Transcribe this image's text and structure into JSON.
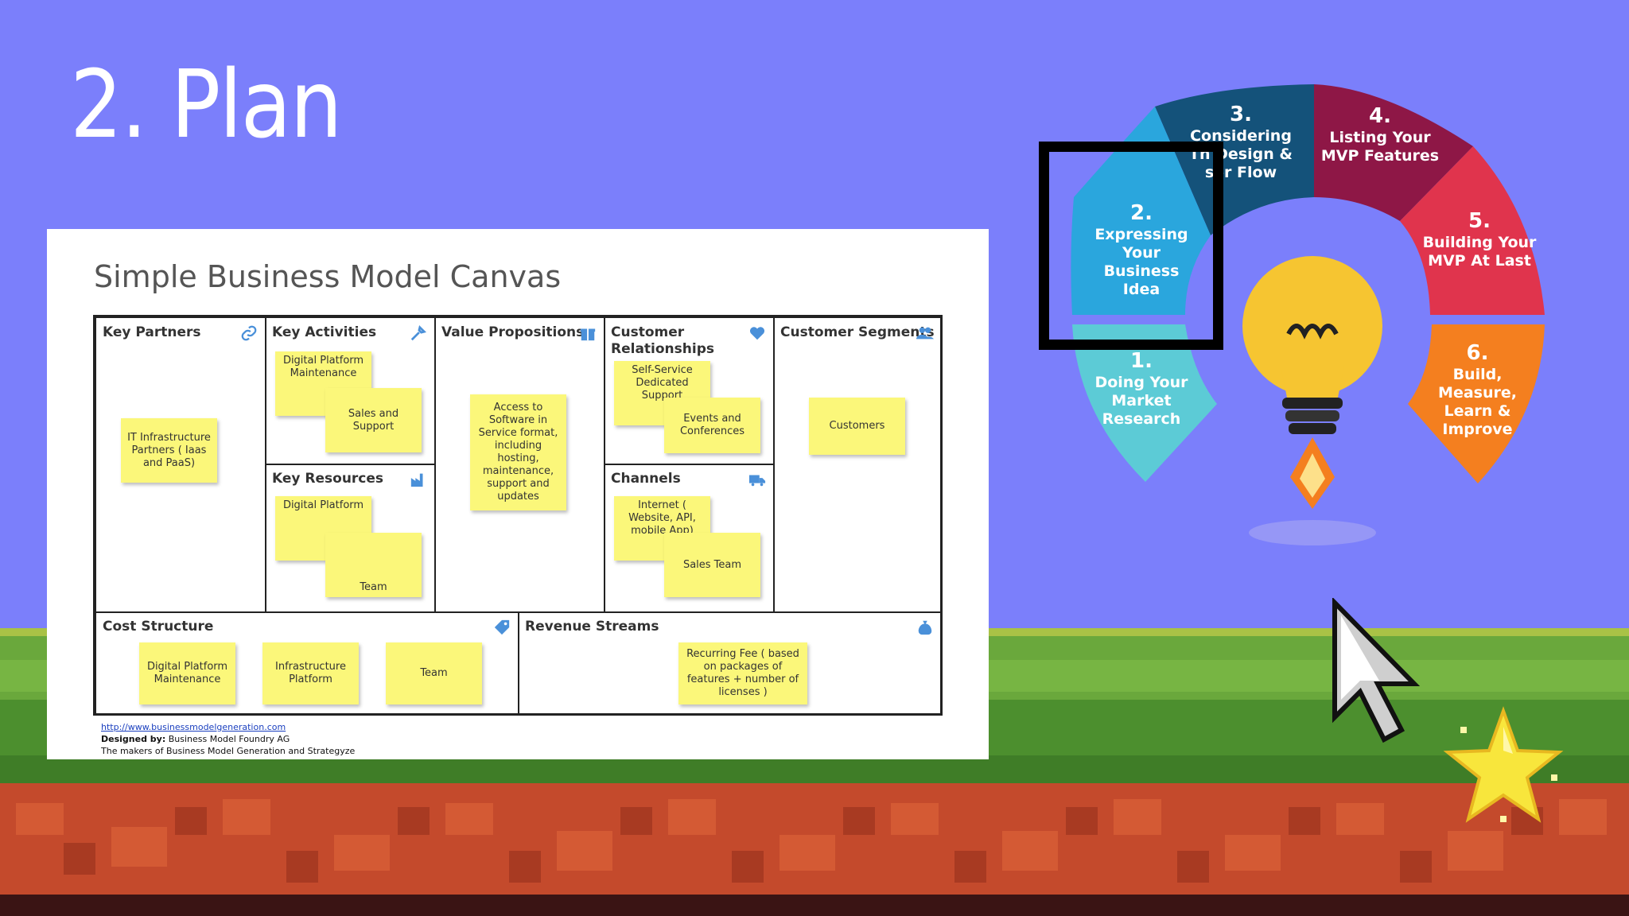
{
  "slide": {
    "title": "2. Plan"
  },
  "canvas": {
    "title": "Simple Business Model Canvas",
    "key_partners": {
      "label": "Key Partners",
      "notes": [
        "IT Infrastructure Partners ( Iaas and PaaS)"
      ]
    },
    "key_activities": {
      "label": "Key Activities",
      "notes": [
        "Digital Platform Maintenance",
        "Sales and Support"
      ]
    },
    "key_resources": {
      "label": "Key Resources",
      "notes": [
        "Digital Platform",
        "Team"
      ]
    },
    "value_propositions": {
      "label": "Value Propositions",
      "notes": [
        "Access to Software in Service format, including hosting, maintenance, support and updates"
      ]
    },
    "customer_relationships": {
      "label": "Customer Relationships",
      "notes": [
        "Self-Service Dedicated Support",
        "Events and Conferences"
      ]
    },
    "channels": {
      "label": "Channels",
      "notes": [
        "Internet ( Website, API, mobile App)",
        "Sales Team"
      ]
    },
    "customer_segments": {
      "label": "Customer Segments",
      "notes": [
        "Customers"
      ]
    },
    "cost_structure": {
      "label": "Cost Structure",
      "notes": [
        "Digital Platform Maintenance",
        "Infrastructure Platform",
        "Team"
      ]
    },
    "revenue_streams": {
      "label": "Revenue Streams",
      "notes": [
        "Recurring Fee ( based on packages of features + number of licenses )"
      ]
    },
    "footer": {
      "link": "http://www.businessmodelgeneration.com",
      "designed_by_label": "Designed by:",
      "designed_by": "Business Model Foundry AG",
      "makers": "The makers of Business Model Generation and Strategyze"
    }
  },
  "wheel": {
    "steps": [
      {
        "num": "1.",
        "text": "Doing Your Market Research",
        "color": "#5ccbd6"
      },
      {
        "num": "2.",
        "text": "Expressing Your Business Idea",
        "color": "#2aa6dd"
      },
      {
        "num": "3.",
        "text": "Considering The Design & User Flow",
        "visible_text": "Considering Th Design & ser Flow",
        "color": "#14527a"
      },
      {
        "num": "4.",
        "text": "Listing Your MVP Features",
        "color": "#8e1746"
      },
      {
        "num": "5.",
        "text": "Building Your MVP At Last",
        "color": "#e0344d"
      },
      {
        "num": "6.",
        "text": "Build, Measure, Learn & Improve",
        "color": "#f47f1f"
      }
    ]
  },
  "colors": {
    "sky": "#7b7ffb",
    "sticky_note": "#fbf77a",
    "highlight_box": "#000000"
  },
  "icons": [
    "link-icon",
    "tool-icon",
    "gift-icon",
    "heart-icon",
    "people-icon",
    "factory-icon",
    "truck-icon",
    "tag-icon",
    "money-bag-icon",
    "lightbulb-icon",
    "rocket-flame-icon",
    "cursor-icon",
    "star-icon"
  ]
}
